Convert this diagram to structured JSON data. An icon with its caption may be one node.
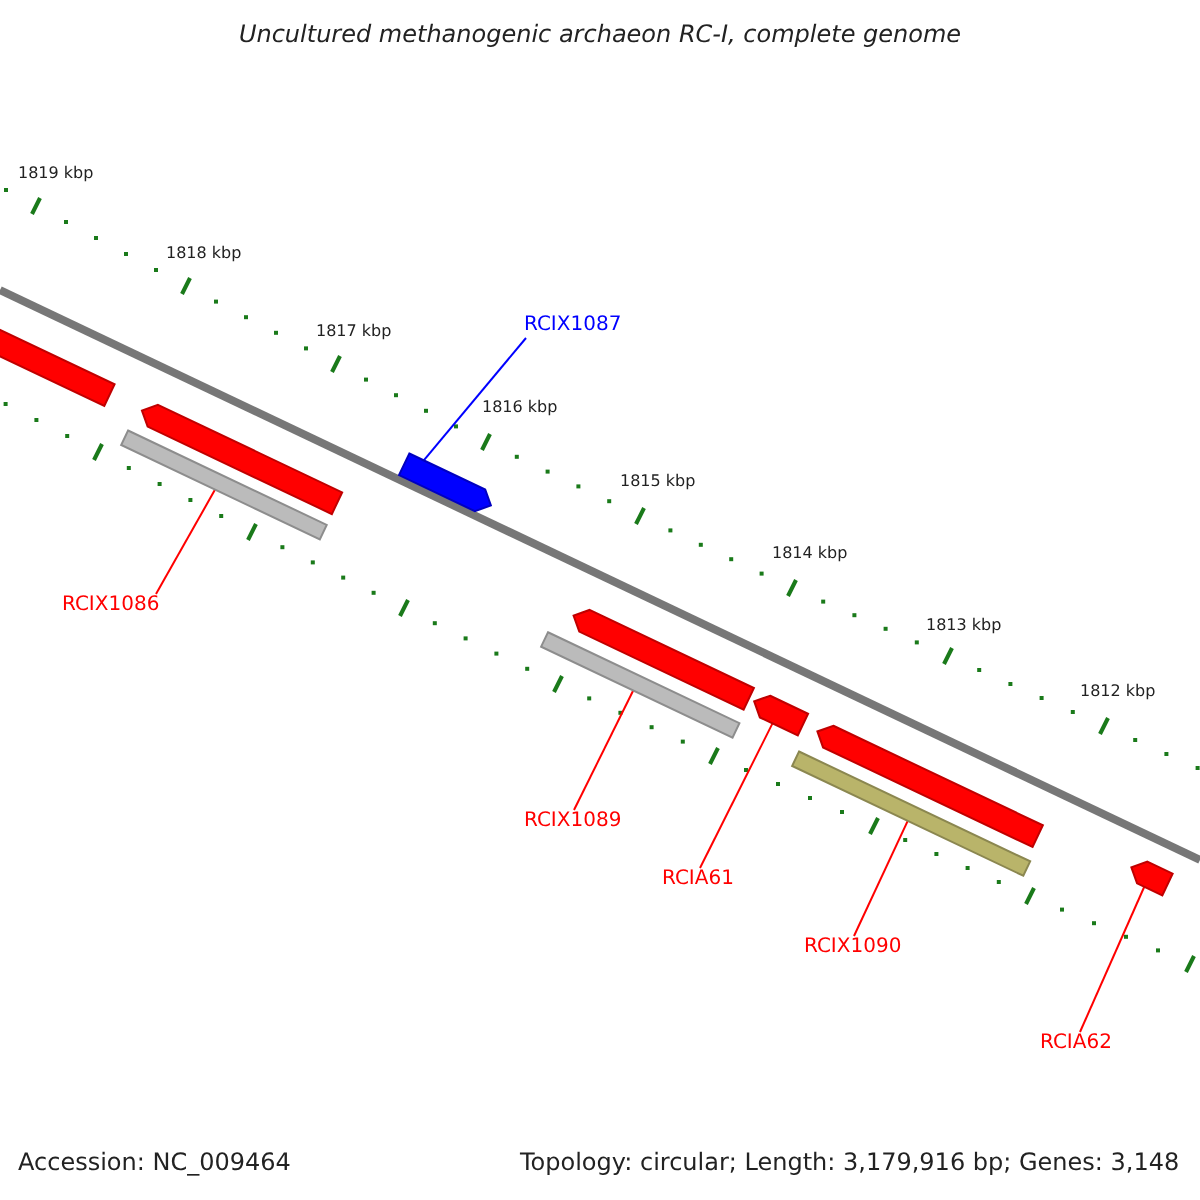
{
  "diagram": {
    "title": "Uncultured methanogenic archaeon RC-I, complete genome",
    "nodes": [
      {
        "text": [],
        "shape": "bar"
      },
      {
        "text": [],
        "shape": "bar"
      },
      {
        "text": [],
        "shape": "bar"
      },
      {
        "text": [],
        "shape": "bar"
      },
      {
        "text": [],
        "shape": "bar"
      },
      {
        "text": [],
        "shape": "bar"
      },
      {
        "text": [],
        "shape": "bar"
      },
      {
        "text": [],
        "shape": "bar"
      },
      {
        "text": [],
        "shape": "bar"
      },
      {
        "text": [],
        "shape": "bar"
      },
      {
        "text": [
          "RCIX1087"
        ]
      },
      {
        "text": [
          "RCIX1086"
        ]
      },
      {
        "text": [
          "RCIX1089"
        ]
      },
      {
        "text": [
          "RCIA61"
        ]
      },
      {
        "text": [
          "RCIX1090"
        ]
      },
      {
        "text": [
          "RCIA62"
        ]
      }
    ],
    "edges": [
      {
        "from": 10,
        "to": 3,
        "arrow": "none",
        "color": "#0000ff"
      },
      {
        "from": 11,
        "to": 2,
        "arrow": "none"
      },
      {
        "from": 12,
        "to": 5,
        "arrow": "none"
      },
      {
        "from": 13,
        "to": 6,
        "arrow": "none"
      },
      {
        "from": 14,
        "to": 8,
        "arrow": "none"
      },
      {
        "from": 15,
        "to": 9,
        "arrow": "none"
      }
    ],
    "labels": [
      "1819 kbp",
      "1818 kbp",
      "1817 kbp",
      "1816 kbp",
      "1815 kbp",
      "1814 kbp",
      "1813 kbp",
      "1812 kbp",
      "Accession: NC_009464",
      "Topology: circular; Length: 3,179,916 bp; Genes: 3,148"
    ]
  }
}
